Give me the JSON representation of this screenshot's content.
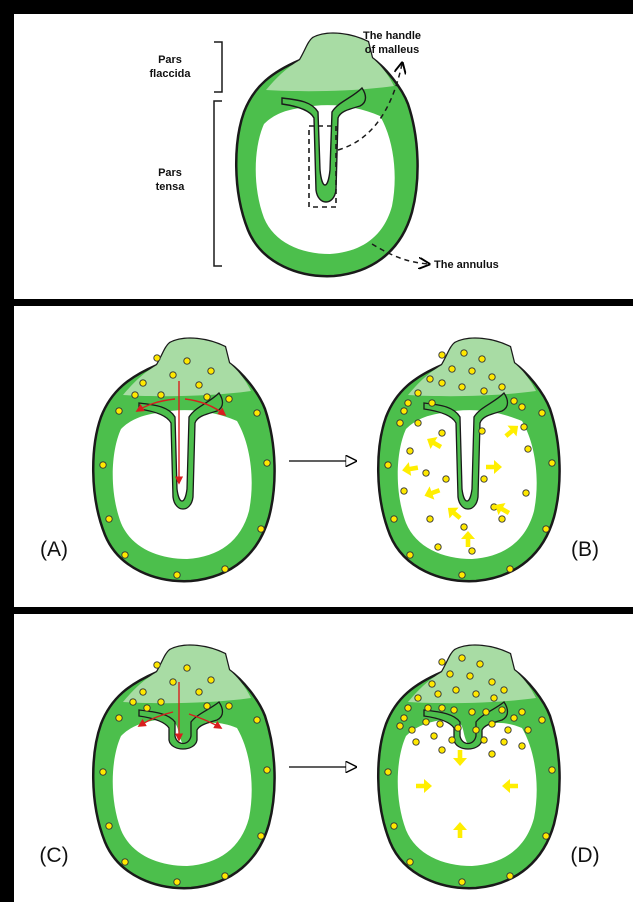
{
  "panel_top": {
    "label_pars_flaccida_l1": "Pars",
    "label_pars_flaccida_l2": "flaccida",
    "label_pars_tensa_l1": "Pars",
    "label_pars_tensa_l2": "tensa",
    "label_malleus_l1": "The handle",
    "label_malleus_l2": "of malleus",
    "label_annulus": "The annulus"
  },
  "panels": {
    "a": "(A)",
    "b": "(B)",
    "c": "(C)",
    "d": "(D)"
  },
  "colors": {
    "green_dark": "#4cbf4c",
    "green_light": "#a8dca4",
    "dot_yellow": "#ffe800",
    "arrow_yellow": "#ffee00",
    "red_arrow": "#d81e1e"
  }
}
